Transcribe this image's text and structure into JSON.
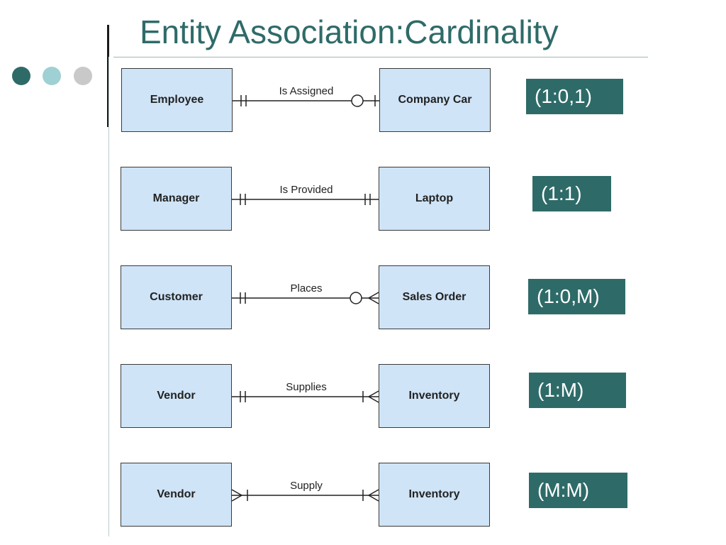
{
  "slide": {
    "title": "Entity Association:Cardinality"
  },
  "rows": [
    {
      "left": "Employee",
      "relationship": "Is Assigned",
      "right": "Company Car",
      "cardinality": "(1:0,1)",
      "left_end": "one-and-only-one",
      "right_end": "zero-or-one"
    },
    {
      "left": "Manager",
      "relationship": "Is Provided",
      "right": "Laptop",
      "cardinality": "(1:1)",
      "left_end": "one-and-only-one",
      "right_end": "one-and-only-one"
    },
    {
      "left": "Customer",
      "relationship": "Places",
      "right": "Sales Order",
      "cardinality": "(1:0,M)",
      "left_end": "one-and-only-one",
      "right_end": "zero-or-many"
    },
    {
      "left": "Vendor",
      "relationship": "Supplies",
      "right": "Inventory",
      "cardinality": "(1:M)",
      "left_end": "one-and-only-one",
      "right_end": "one-or-many"
    },
    {
      "left": "Vendor",
      "relationship": "Supply",
      "right": "Inventory",
      "cardinality": "(M:M)",
      "left_end": "one-or-many",
      "right_end": "one-or-many"
    }
  ],
  "colors": {
    "title": "#2e6b68",
    "entity_fill": "#cfe4f7",
    "card_fill": "#2e6b68",
    "card_text": "#ffffff",
    "dot_1": "#2e6b68",
    "dot_2": "#9fd0d3",
    "dot_3": "#c9c9c9"
  }
}
